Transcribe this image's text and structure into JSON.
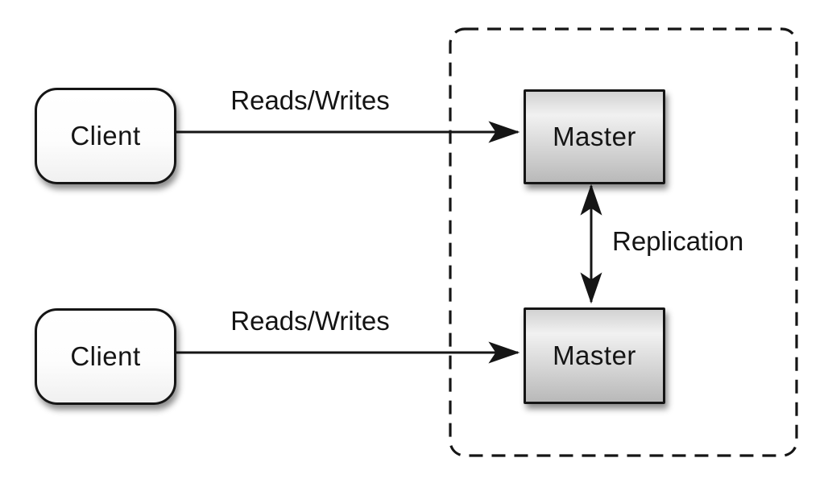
{
  "diagram": {
    "type": "architecture-diagram",
    "topic": "master-master-replication",
    "colors": {
      "background": "#ffffff",
      "stroke": "#151515",
      "client_fill": "#ffffff",
      "master_fill_top": "#f1f1f1",
      "master_fill_bottom": "#b9b9b9"
    },
    "group_box": {
      "id": "replication-group",
      "border_style": "dashed",
      "contains": [
        "master-1",
        "master-2"
      ]
    },
    "nodes": [
      {
        "id": "client-1",
        "label": "Client",
        "shape": "rounded-rect"
      },
      {
        "id": "client-2",
        "label": "Client",
        "shape": "rounded-rect"
      },
      {
        "id": "master-1",
        "label": "Master",
        "shape": "rect"
      },
      {
        "id": "master-2",
        "label": "Master",
        "shape": "rect"
      }
    ],
    "edges": [
      {
        "id": "reads-writes-1",
        "label": "Reads/Writes",
        "from": "client-1",
        "to": "master-1",
        "style": "single-arrow"
      },
      {
        "id": "reads-writes-2",
        "label": "Reads/Writes",
        "from": "client-2",
        "to": "master-2",
        "style": "single-arrow"
      },
      {
        "id": "replication",
        "label": "Replication",
        "from": "master-1",
        "to": "master-2",
        "style": "double-arrow"
      }
    ]
  }
}
